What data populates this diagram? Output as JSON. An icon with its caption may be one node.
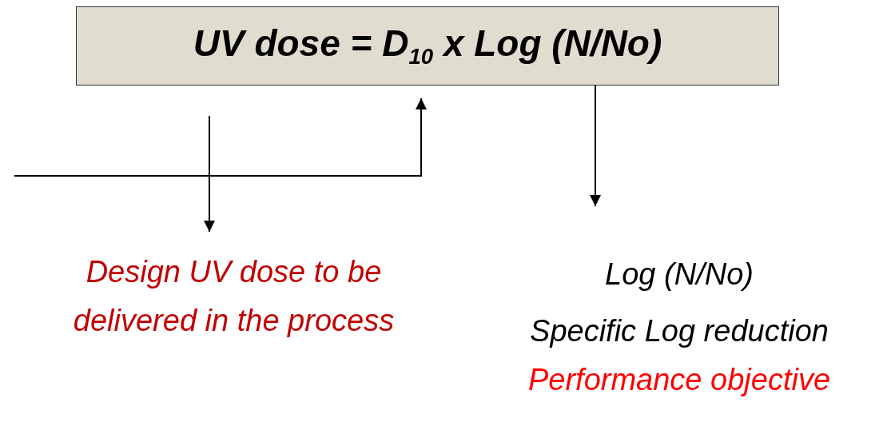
{
  "diagram": {
    "nodes": [
      {
        "text": [
          "UV dose = D$_{10}$ x Log (N/No)"
        ]
      },
      {
        "text": [
          "Design UV dose to be delivered in the process"
        ]
      },
      {
        "text": [
          "Log (N/No)",
          "Specific Log reduction",
          "Performance objective"
        ]
      }
    ],
    "edges": [
      {
        "from": null,
        "to": 1,
        "arrow": "to"
      },
      {
        "from": null,
        "to": 0,
        "arrow": "to"
      },
      {
        "from": 0,
        "to": 2,
        "arrow": "to"
      }
    ]
  }
}
